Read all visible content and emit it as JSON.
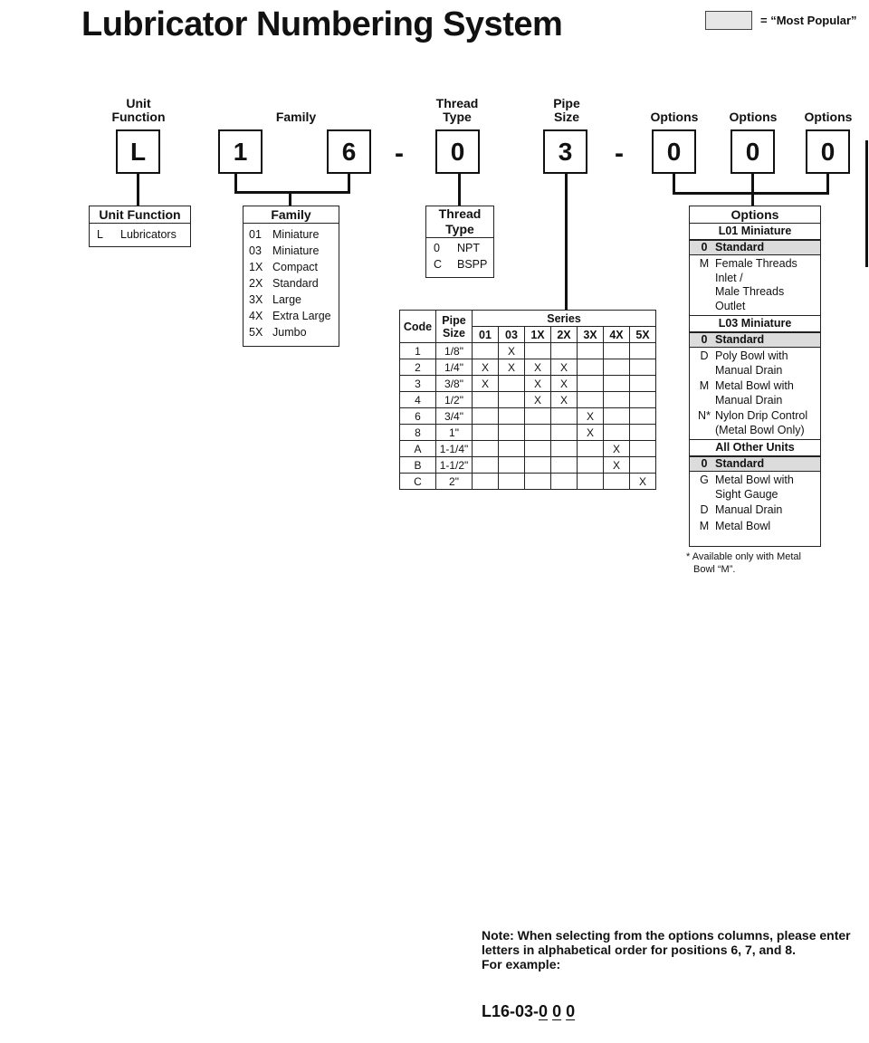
{
  "title": "Lubricator Numbering System",
  "legend": {
    "text": "= “Most Popular”",
    "swatch_color": "#e6e6e6"
  },
  "headers": {
    "unit_function": [
      "Unit",
      "Function"
    ],
    "family": "Family",
    "thread_type": [
      "Thread",
      "Type"
    ],
    "pipe_size": [
      "Pipe",
      "Size"
    ],
    "options": "Options"
  },
  "digits": [
    "L",
    "1",
    "6",
    "-",
    "0",
    "3",
    "-",
    "0",
    "0",
    "0"
  ],
  "unit_function_box": {
    "title": "Unit Function",
    "items": [
      {
        "code": "L",
        "label": "Lubricators"
      }
    ]
  },
  "family_box": {
    "title": "Family",
    "items": [
      {
        "code": "01",
        "label": "Miniature"
      },
      {
        "code": "03",
        "label": "Miniature"
      },
      {
        "code": "1X",
        "label": "Compact"
      },
      {
        "code": "2X",
        "label": "Standard"
      },
      {
        "code": "3X",
        "label": "Large"
      },
      {
        "code": "4X",
        "label": "Extra Large"
      },
      {
        "code": "5X",
        "label": "Jumbo"
      }
    ]
  },
  "thread_box": {
    "title": [
      "Thread",
      "Type"
    ],
    "items": [
      {
        "code": "0",
        "label": "NPT"
      },
      {
        "code": "C",
        "label": "BSPP"
      }
    ]
  },
  "pipe_table": {
    "code_header": "Code",
    "size_header": [
      "Pipe",
      "Size"
    ],
    "series_header": "Series",
    "series": [
      "01",
      "03",
      "1X",
      "2X",
      "3X",
      "4X",
      "5X"
    ],
    "rows": [
      {
        "code": "1",
        "size": "1/8\"",
        "marks": [
          "",
          "X",
          "",
          "",
          "",
          "",
          ""
        ]
      },
      {
        "code": "2",
        "size": "1/4\"",
        "marks": [
          "X",
          "X",
          "X",
          "X",
          "",
          "",
          ""
        ]
      },
      {
        "code": "3",
        "size": "3/8\"",
        "marks": [
          "X",
          "",
          "X",
          "X",
          "",
          "",
          ""
        ]
      },
      {
        "code": "4",
        "size": "1/2\"",
        "marks": [
          "",
          "",
          "X",
          "X",
          "",
          "",
          ""
        ]
      },
      {
        "code": "6",
        "size": "3/4\"",
        "marks": [
          "",
          "",
          "",
          "",
          "X",
          "",
          ""
        ]
      },
      {
        "code": "8",
        "size": "1\"",
        "marks": [
          "",
          "",
          "",
          "",
          "X",
          "",
          ""
        ]
      },
      {
        "code": "A",
        "size": "1-1/4\"",
        "marks": [
          "",
          "",
          "",
          "",
          "",
          "X",
          ""
        ]
      },
      {
        "code": "B",
        "size": "1-1/2\"",
        "marks": [
          "",
          "",
          "",
          "",
          "",
          "X",
          ""
        ]
      },
      {
        "code": "C",
        "size": "2\"",
        "marks": [
          "",
          "",
          "",
          "",
          "",
          "",
          "X"
        ]
      }
    ]
  },
  "options_box": {
    "title": "Options",
    "sections": [
      {
        "heading": "L01 Miniature",
        "items": [
          {
            "code": "0",
            "lines": [
              "Standard"
            ],
            "popular": true
          },
          {
            "code": "M",
            "lines": [
              "Female Threads",
              "Inlet /",
              "Male Threads",
              "Outlet"
            ],
            "popular": false
          }
        ]
      },
      {
        "heading": "L03 Miniature",
        "items": [
          {
            "code": "0",
            "lines": [
              "Standard"
            ],
            "popular": true
          },
          {
            "code": "D",
            "lines": [
              "Poly Bowl with",
              "Manual Drain"
            ],
            "popular": false
          },
          {
            "code": "M",
            "lines": [
              "Metal Bowl with",
              "Manual Drain"
            ],
            "popular": false
          },
          {
            "code": "N*",
            "lines": [
              "Nylon Drip Control",
              "(Metal Bowl Only)"
            ],
            "popular": false
          }
        ]
      },
      {
        "heading": "All Other Units",
        "items": [
          {
            "code": "0",
            "lines": [
              "Standard"
            ],
            "popular": true
          },
          {
            "code": "G",
            "lines": [
              "Metal Bowl with",
              "Sight Gauge"
            ],
            "popular": false
          },
          {
            "code": "D",
            "lines": [
              "Manual Drain"
            ],
            "popular": false
          },
          {
            "code": "M",
            "lines": [
              "Metal Bowl"
            ],
            "popular": false
          }
        ]
      }
    ]
  },
  "footnote": [
    "* Available only with Metal",
    "Bowl “M”."
  ],
  "note": [
    "Note: When selecting from the options columns, please enter",
    "letters in alphabetical order for positions 6, 7, and 8.",
    "For example:"
  ],
  "example": {
    "prefix": "L16-03-",
    "parts": [
      "0",
      "0",
      "0"
    ]
  }
}
